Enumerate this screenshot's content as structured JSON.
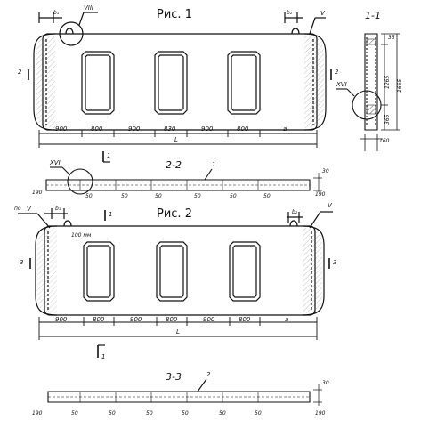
{
  "figure1": {
    "title": "Рис. 1",
    "section_mark": "1",
    "side_mark": "2",
    "callout_left": "VIII",
    "callout_right": "V",
    "b1": "b₁",
    "b2": "b₂",
    "dims": [
      "900",
      "800",
      "900",
      "830",
      "900",
      "800",
      "a"
    ],
    "total": "L"
  },
  "section11": {
    "title": "1-1",
    "dims": [
      "35",
      "1265",
      "1665",
      "365"
    ],
    "width": "160",
    "callout": "XVI"
  },
  "section22": {
    "title": "2-2",
    "leader": "1",
    "callout": "XVI",
    "end_left": "190",
    "end_right": "190",
    "height": "30",
    "spacings": [
      "50",
      "50",
      "50",
      "50",
      "50",
      "50"
    ]
  },
  "figure2": {
    "title": "Рис. 2",
    "section_mark": "1",
    "side_mark": "3",
    "callout_left": "V",
    "callout_left_prefix": "по",
    "callout_right": "V",
    "b1": "b₁",
    "b2": "b₂",
    "note": "100 мм",
    "dims": [
      "900",
      "800",
      "900",
      "800",
      "900",
      "800",
      "a"
    ],
    "total": "L"
  },
  "section33": {
    "title": "3-3",
    "leader": "2",
    "end_left": "190",
    "end_right": "190",
    "height": "30",
    "spacings": [
      "50",
      "50",
      "50",
      "50",
      "50",
      "50"
    ]
  }
}
